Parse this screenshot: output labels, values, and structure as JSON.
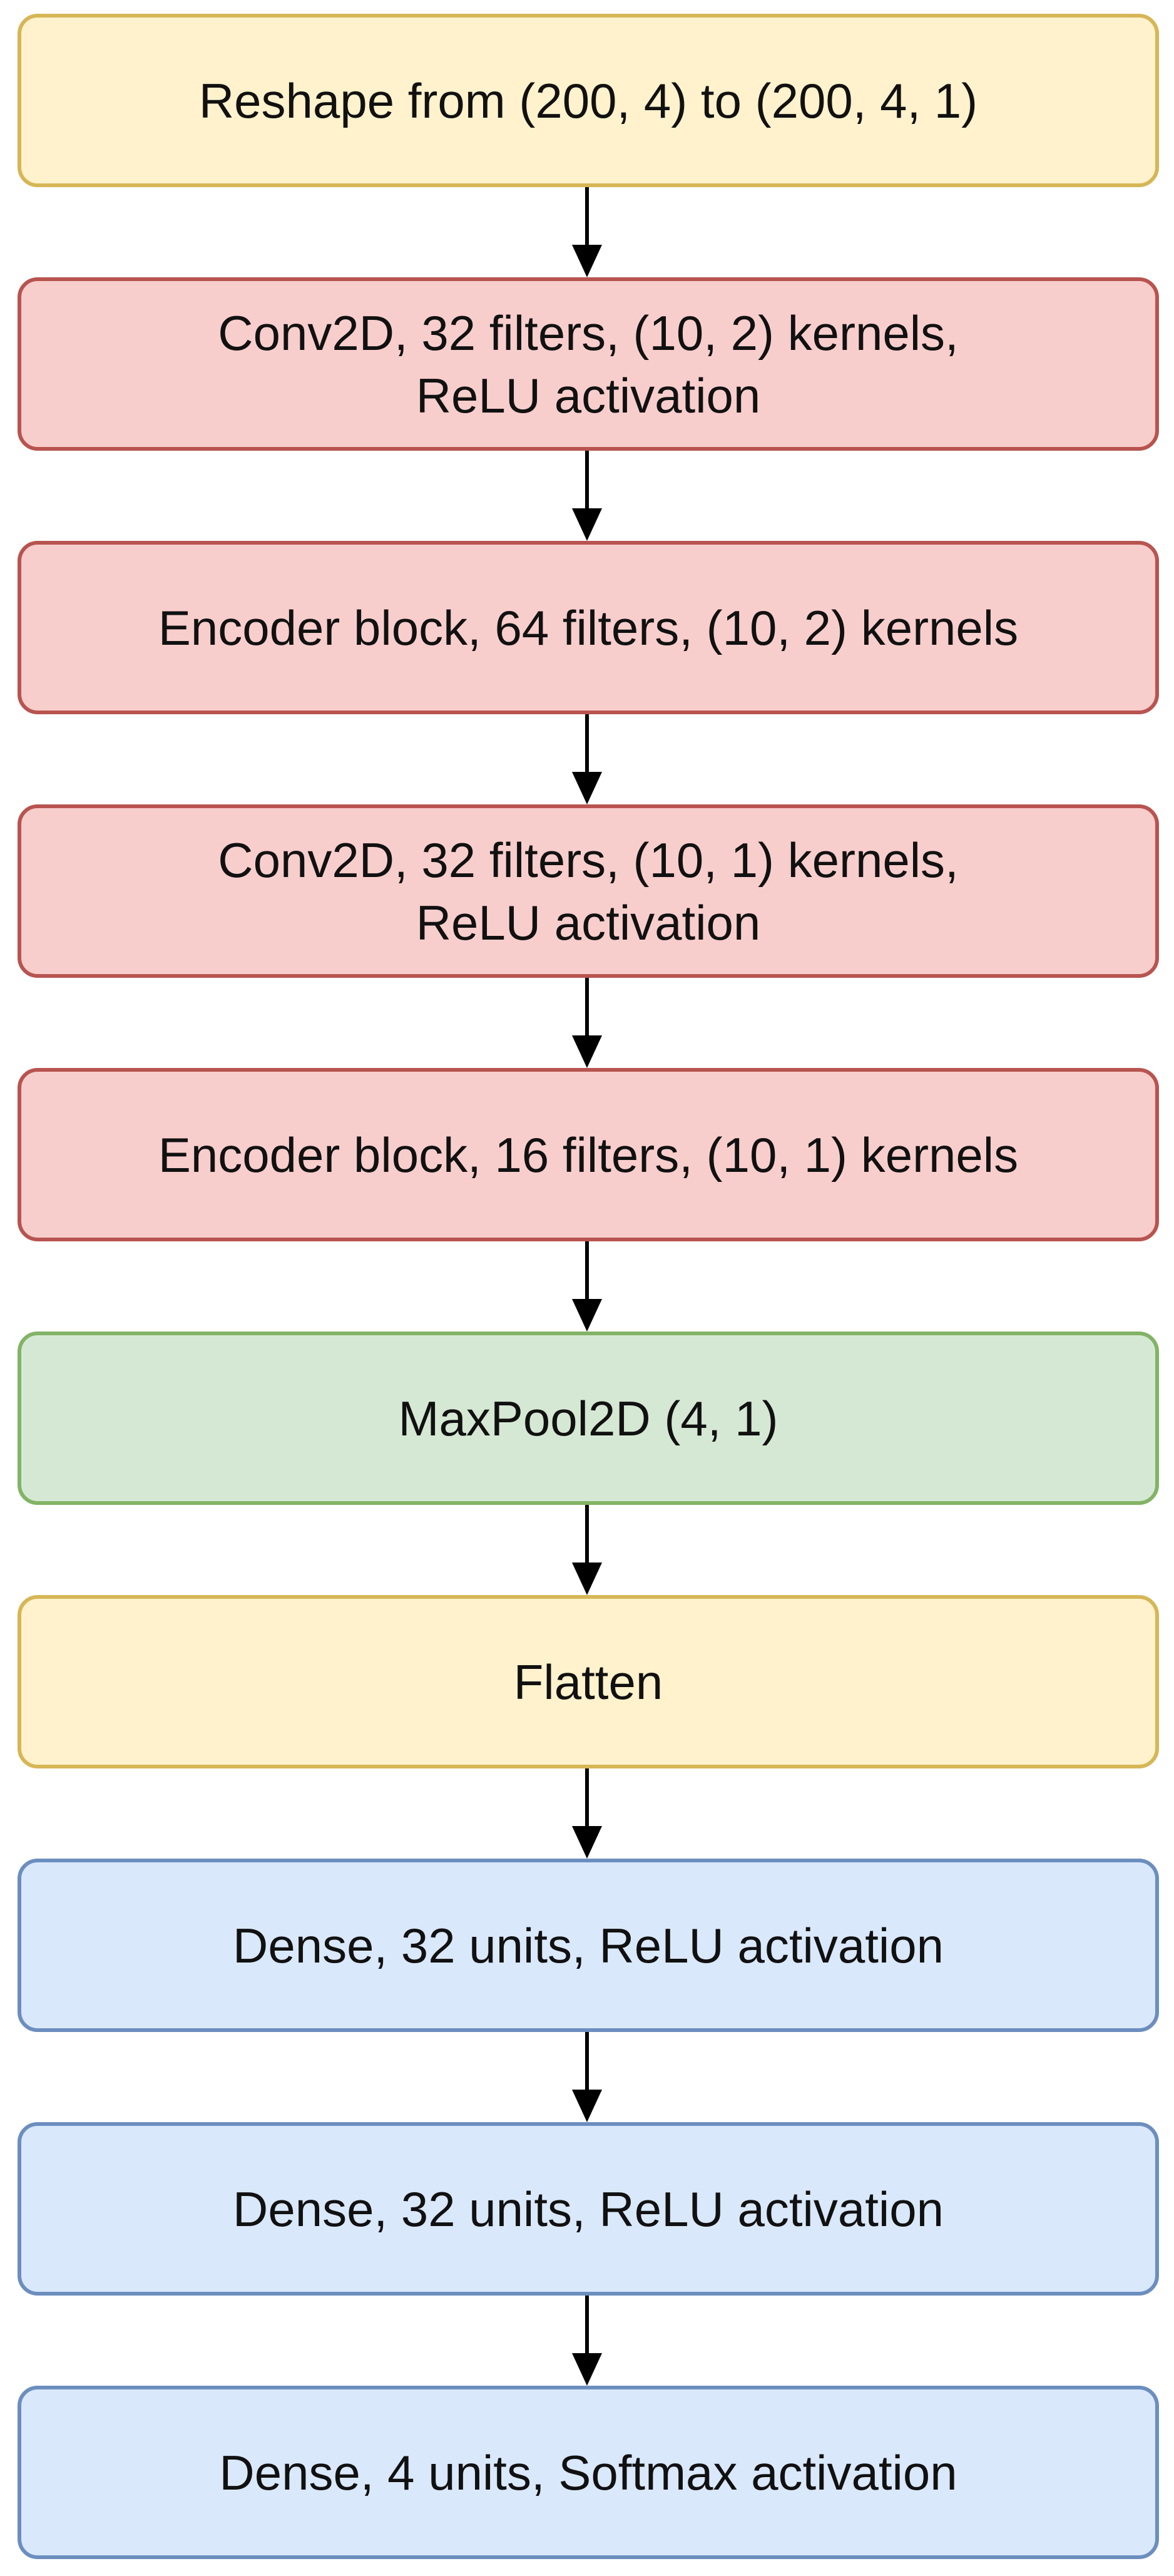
{
  "diagram": {
    "layers": [
      {
        "label": "Reshape from (200, 4) to (200, 4, 1)",
        "color": "#fff2cc",
        "border": "#d6b656"
      },
      {
        "label": "Conv2D, 32 filters, (10, 2) kernels,\nReLU activation",
        "color": "#f8cecc",
        "border": "#b85450"
      },
      {
        "label": "Encoder block, 64 filters, (10, 2) kernels",
        "color": "#f8cecc",
        "border": "#b85450"
      },
      {
        "label": "Conv2D, 32 filters, (10, 1) kernels,\nReLU activation",
        "color": "#f8cecc",
        "border": "#b85450"
      },
      {
        "label": "Encoder block, 16 filters, (10, 1) kernels",
        "color": "#f8cecc",
        "border": "#b85450"
      },
      {
        "label": "MaxPool2D (4, 1)",
        "color": "#d5e8d4",
        "border": "#82b366"
      },
      {
        "label": "Flatten",
        "color": "#fff2cc",
        "border": "#d6b656"
      },
      {
        "label": "Dense, 32 units, ReLU activation",
        "color": "#dae8fc",
        "border": "#6c8ebf"
      },
      {
        "label": "Dense, 32 units, ReLU activation",
        "color": "#dae8fc",
        "border": "#6c8ebf"
      },
      {
        "label": "Dense, 4 units, Softmax activation",
        "color": "#dae8fc",
        "border": "#6c8ebf"
      }
    ]
  }
}
